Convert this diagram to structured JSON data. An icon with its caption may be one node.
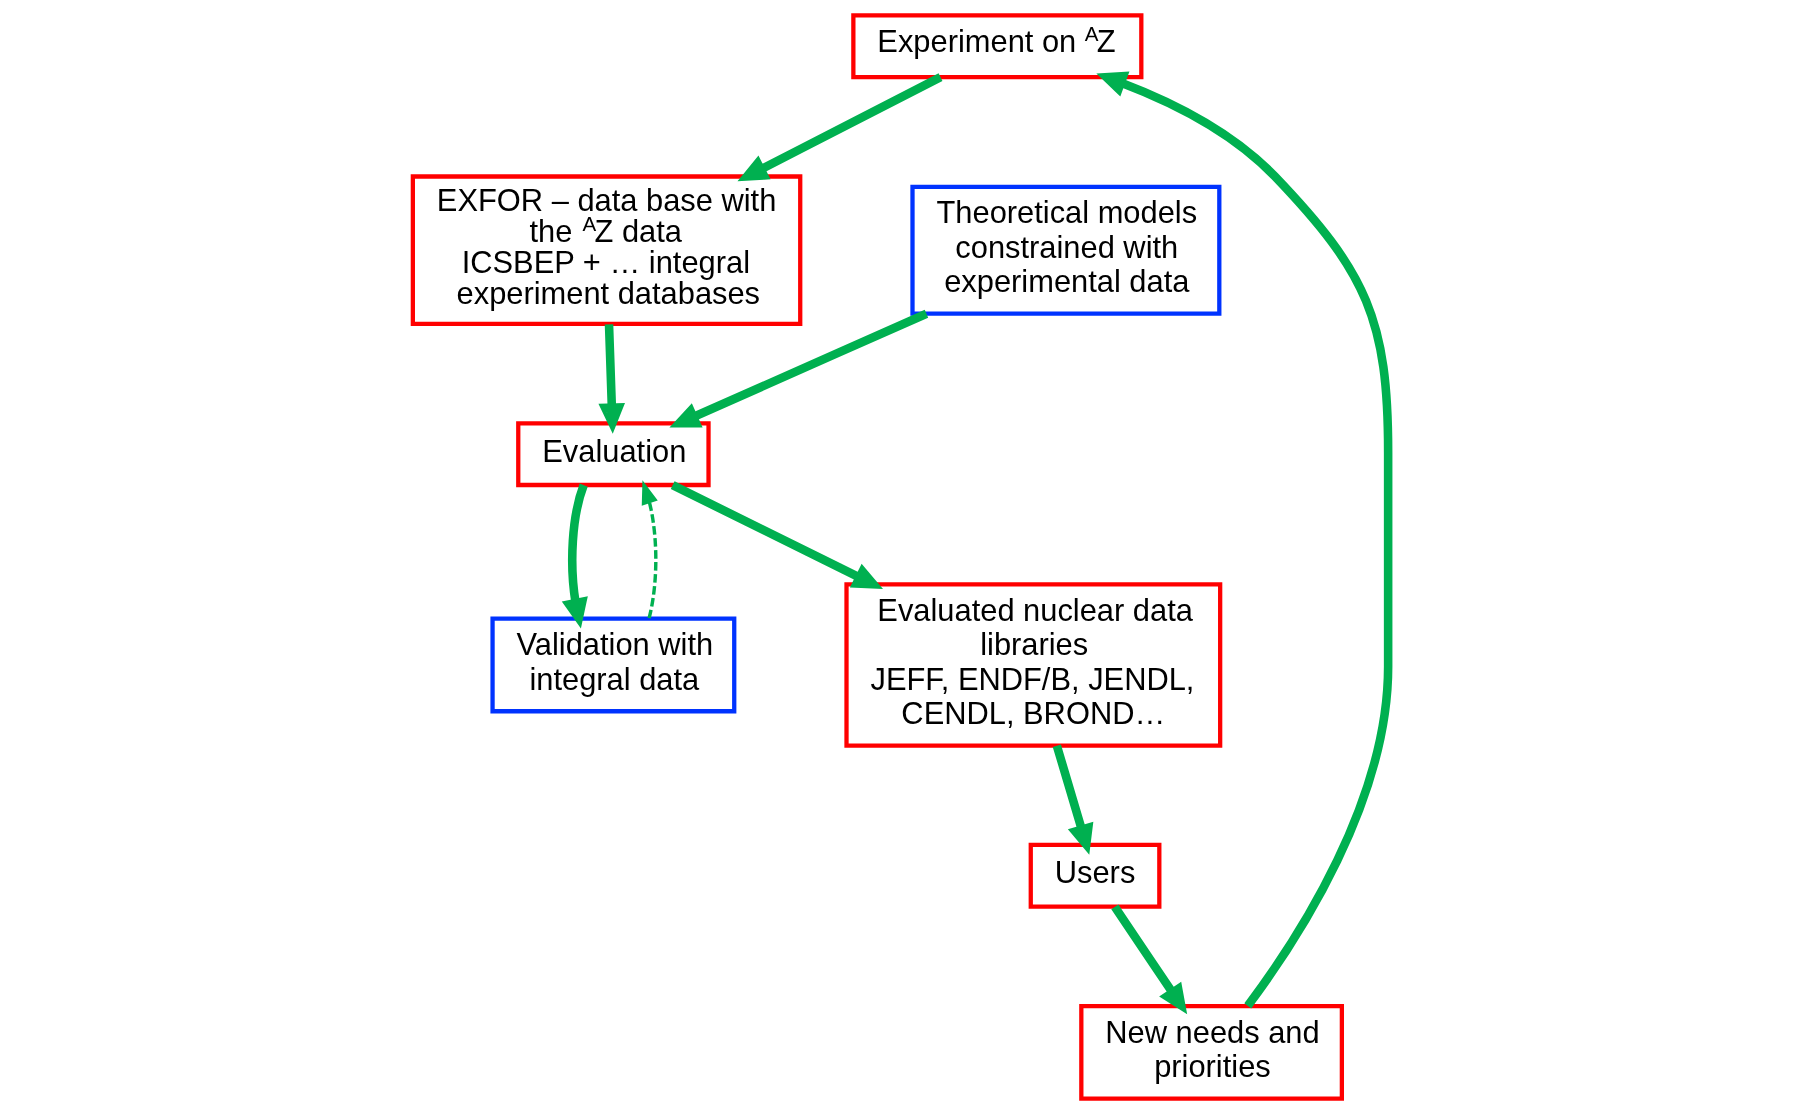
{
  "diagram": {
    "nodes": [
      {
        "text": [
          "Experiment on $^{A}$Z"
        ]
      },
      {
        "text": [
          "New needs and priorities"
        ]
      },
      {
        "text": [
          "EXFOR – data base with the $^{A}$Z data",
          "ICSBEP + … integral experiment databases"
        ]
      },
      {
        "text": [
          "Validation with integral data"
        ]
      },
      {
        "text": [
          "Users"
        ]
      },
      {
        "text": [
          "Evaluation"
        ]
      },
      {
        "text": [
          "Theoretical models constrained with experimental data"
        ]
      },
      {
        "text": [
          "Evaluated nuclear data libraries",
          "JEFF, ENDF/B, JENDL, CENDL, BROND…"
        ]
      }
    ],
    "edges": [
      {
        "from": 0,
        "to": 2,
        "arrow": "to"
      },
      {
        "from": 2,
        "to": 5,
        "arrow": "to"
      },
      {
        "from": 5,
        "to": 7,
        "arrow": "to"
      },
      {
        "from": 7,
        "to": 4,
        "arrow": "to"
      },
      {
        "from": 4,
        "to": 1,
        "arrow": "to"
      },
      {
        "from": 1,
        "to": 0,
        "arrow": "to"
      },
      {
        "from": 3,
        "to": 5,
        "arrow": "to",
        "style": "dashed"
      },
      {
        "from": 5,
        "to": 3,
        "arrow": "to"
      },
      {
        "from": 6,
        "to": 5,
        "arrow": "to"
      }
    ]
  }
}
